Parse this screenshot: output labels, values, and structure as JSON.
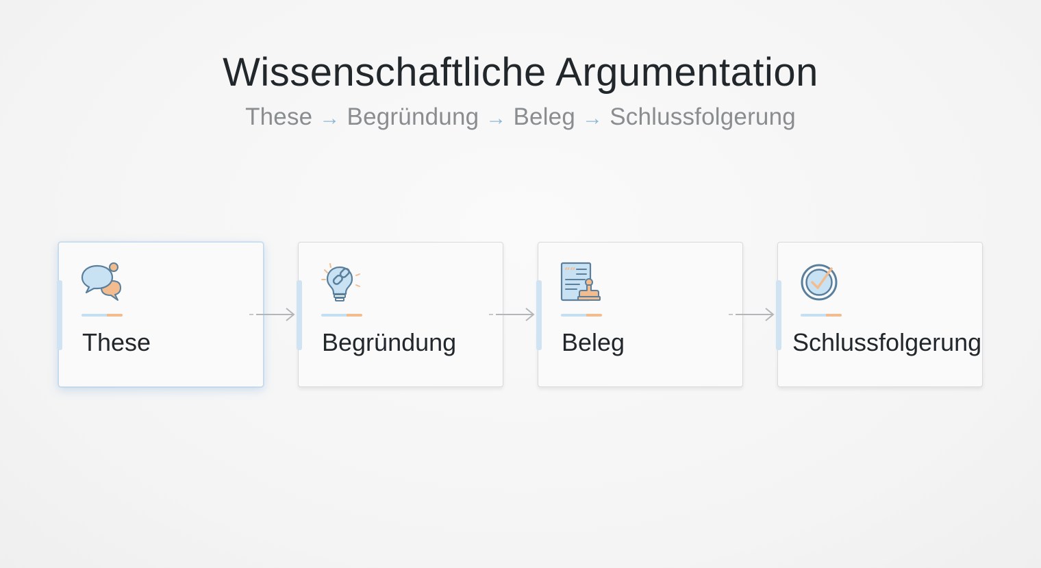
{
  "title": "Wissenschaftliche Argumentation",
  "subtitle": {
    "steps": [
      "These",
      "Begründung",
      "Beleg",
      "Schlussfolgerung"
    ],
    "separator": "→"
  },
  "steps": [
    {
      "label": "These",
      "icon": "speech-bubbles-icon",
      "active": true
    },
    {
      "label": "Begründung",
      "icon": "lightbulb-link-icon",
      "active": false
    },
    {
      "label": "Beleg",
      "icon": "document-stamp-icon",
      "active": false
    },
    {
      "label": "Schlussfolgerung",
      "icon": "check-circle-icon",
      "active": false
    }
  ],
  "colors": {
    "accent_blue": "#c3dff1",
    "icon_stroke": "#5a7f9c",
    "accent_orange": "#f2bc8f",
    "title": "#22272b",
    "subtitle": "#8a8d90",
    "subtitle_arrow": "#8fb7d3"
  }
}
